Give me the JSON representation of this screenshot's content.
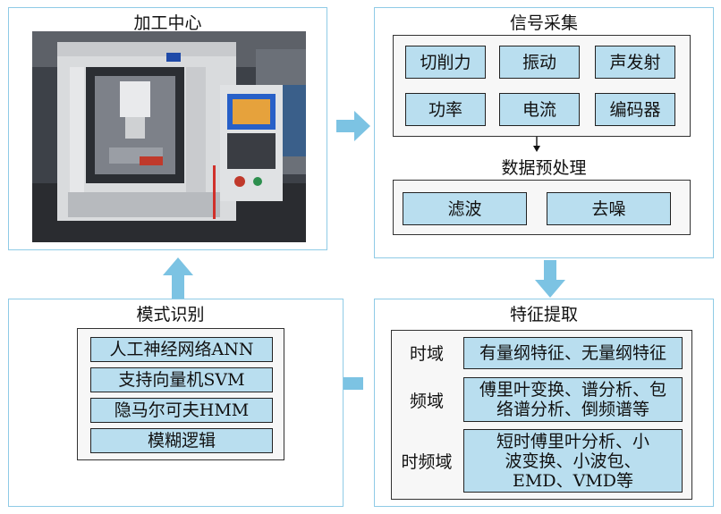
{
  "machining_center": {
    "title": "加工中心"
  },
  "signal_acquisition": {
    "title": "信号采集",
    "signals": [
      "切削力",
      "振动",
      "声发射",
      "功率",
      "电流",
      "编码器"
    ],
    "preprocessing_title": "数据预处理",
    "preprocessing": [
      "滤波",
      "去噪"
    ]
  },
  "feature_extraction": {
    "title": "特征提取",
    "rows": [
      {
        "domain": "时域",
        "content": "有量纲特征、无量纲特征"
      },
      {
        "domain": "频域",
        "content": "傅里叶变换、谱分析、包络谱分析、倒频谱等"
      },
      {
        "domain": "时频域",
        "content": "短时傅里叶分析、小波变换、小波包、EMD、VMD等"
      }
    ]
  },
  "pattern_recognition": {
    "title": "模式识别",
    "methods": [
      "人工神经网络ANN",
      "支持向量机SVM",
      "隐马尔可夫HMM",
      "模糊逻辑"
    ]
  },
  "colors": {
    "panel_border": "#8fcbe6",
    "cell_fill": "#b9deef",
    "arrow": "#7cc3e3"
  }
}
